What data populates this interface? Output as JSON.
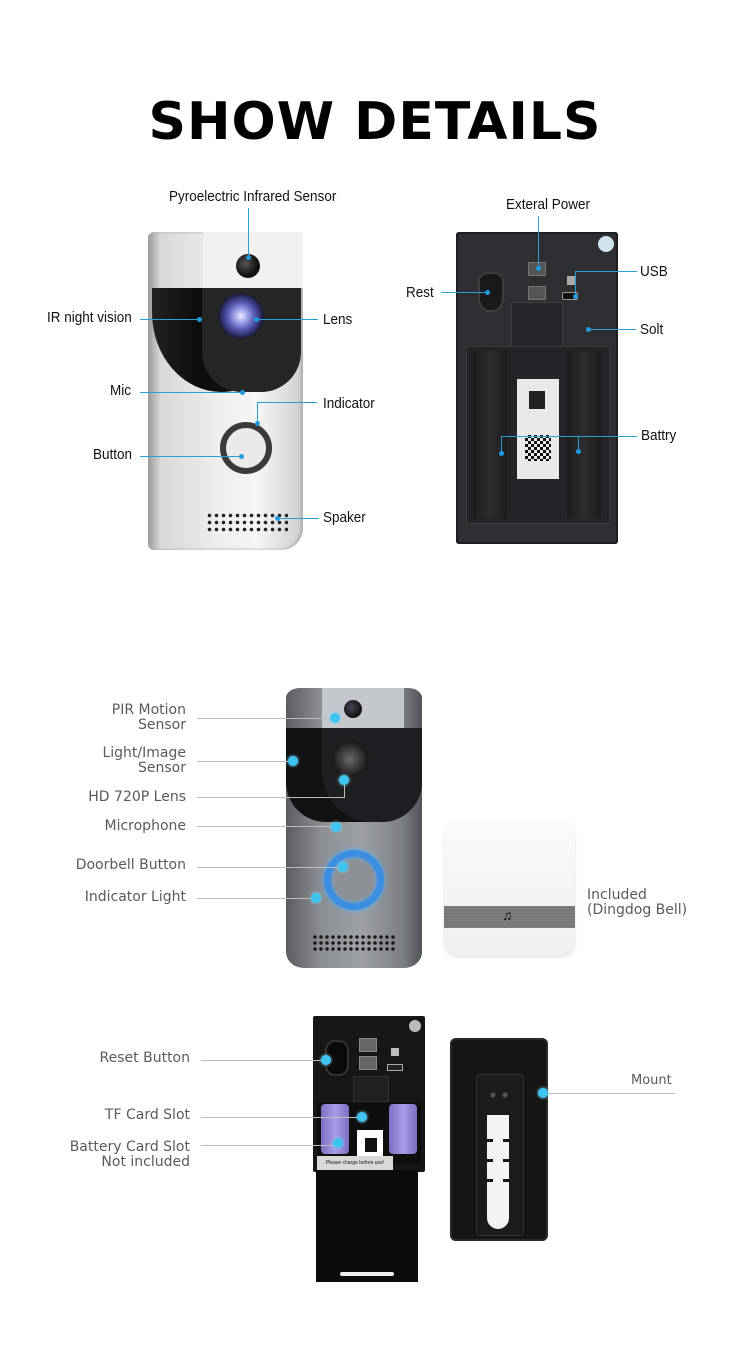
{
  "title": "SHOW DETAILS",
  "section1": {
    "front_labels": {
      "pir": "Pyroelectric Infrared Sensor",
      "ir_night_vision": "IR night vision",
      "lens": "Lens",
      "mic": "Mic",
      "indicator": "Indicator",
      "button": "Button",
      "speaker": "Spaker"
    },
    "back_labels": {
      "external_power": "Exteral Power",
      "usb": "USB",
      "reset": "Rest",
      "slot": "Solt",
      "battery": "Battry"
    },
    "accent_color": "#2a9fd6"
  },
  "section2": {
    "front_labels": {
      "pir_line1": "PIR Motion",
      "pir_line2": "Sensor",
      "light_line1": "Light/Image",
      "light_line2": "Sensor",
      "lens": "HD 720P Lens",
      "microphone": "Microphone",
      "doorbell_button": "Doorbell Button",
      "indicator_light": "Indicator Light"
    },
    "chime": {
      "line1": "Included",
      "line2": "(Dingdog Bell)",
      "icon": "music-note-icon",
      "glyph": "♫"
    },
    "back_labels": {
      "reset_button": "Reset Button",
      "tf_card_slot": "TF Card Slot",
      "battery_line1": "Battery Card Slot",
      "battery_line2": "Not included",
      "warning_sticker": "Please charge before use!"
    },
    "mount_label": "Mount",
    "accent_color": "#3fc3f0"
  }
}
